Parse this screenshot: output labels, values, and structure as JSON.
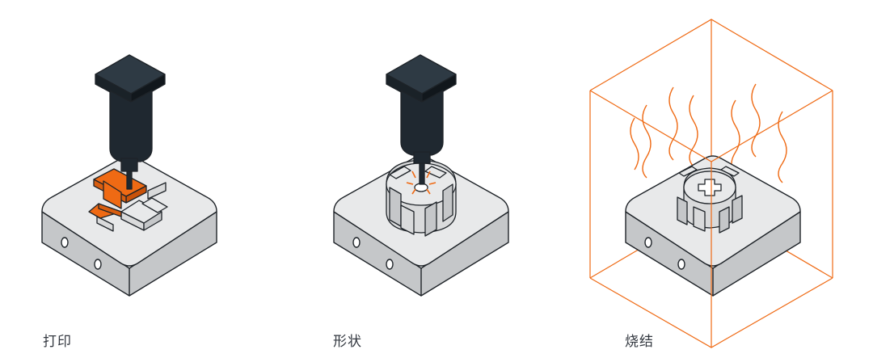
{
  "steps": [
    {
      "label": "打印"
    },
    {
      "label": "形状"
    },
    {
      "label": "烧结"
    }
  ],
  "colors": {
    "dark": "#1f2830",
    "accent": "#ef6a14",
    "base_top": "#e8e9ea",
    "base_side": "#c5c7c9",
    "part": "#d9dadb",
    "stroke": "#1e2328",
    "caption": "#333840"
  },
  "icons": [
    "extruder-icon",
    "build-plate-icon",
    "part-icon",
    "furnace-box-icon",
    "heat-wave-icon"
  ]
}
